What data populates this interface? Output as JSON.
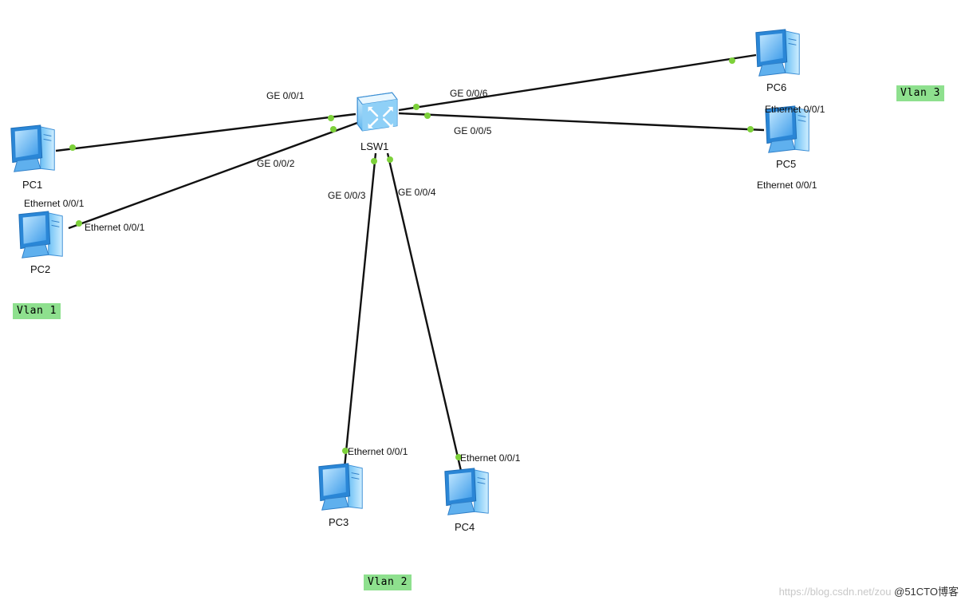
{
  "devices": {
    "switch": "LSW1",
    "pc1": "PC1",
    "pc2": "PC2",
    "pc3": "PC3",
    "pc4": "PC4",
    "pc5": "PC5",
    "pc6": "PC6"
  },
  "ports": {
    "sw_pc1": "GE 0/0/1",
    "sw_pc2": "GE 0/0/2",
    "sw_pc3": "GE 0/0/3",
    "sw_pc4": "GE 0/0/4",
    "sw_pc5": "GE 0/0/5",
    "sw_pc6": "GE 0/0/6",
    "pc1_eth": "Ethernet 0/0/1",
    "pc2_eth": "Ethernet 0/0/1",
    "pc3_eth": "Ethernet 0/0/1",
    "pc4_eth": "Ethernet 0/0/1",
    "pc5_eth": "Ethernet 0/0/1",
    "pc6_eth": "Ethernet 0/0/1"
  },
  "vlans": {
    "vlan1": "Vlan 1",
    "vlan2": "Vlan 2",
    "vlan3": "Vlan 3"
  },
  "watermark": {
    "url": "https://blog.csdn.net/zou",
    "brand": "@51CTO博客"
  },
  "colors": {
    "link": "#111111",
    "port_dot": "#7dd13a",
    "vlan_bg": "#8ee08e",
    "device_blue": "#4aa8f0"
  }
}
